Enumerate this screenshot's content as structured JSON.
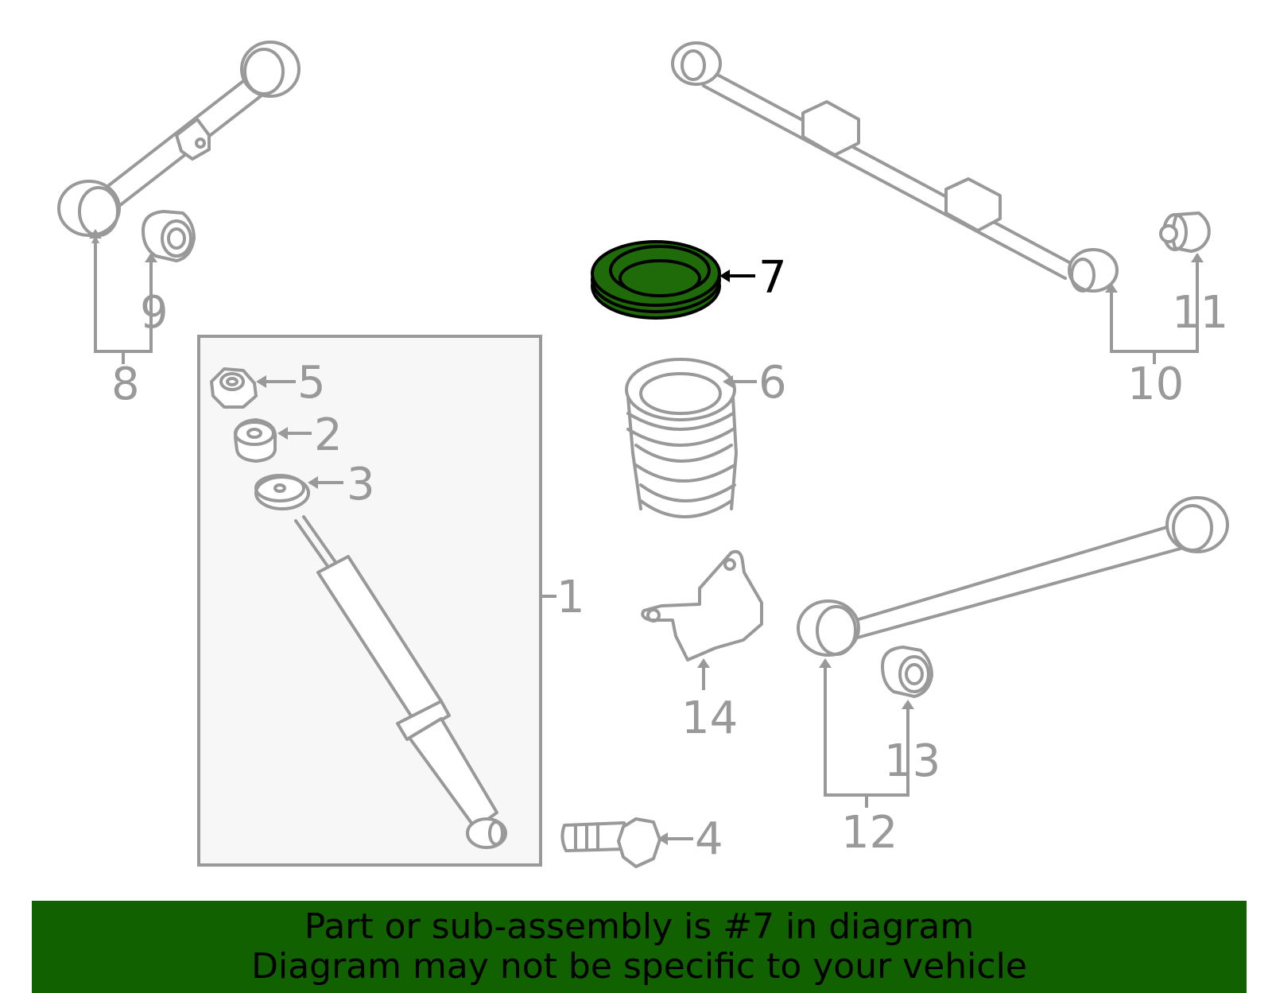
{
  "diagram": {
    "highlighted_part": "7",
    "highlight_color": "#1f6b0a",
    "part_color": "#999999",
    "callouts": {
      "c1": "1",
      "c2": "2",
      "c3": "3",
      "c4": "4",
      "c5": "5",
      "c6": "6",
      "c7": "7",
      "c8": "8",
      "c9": "9",
      "c10": "10",
      "c11": "11",
      "c12": "12",
      "c13": "13",
      "c14": "14"
    }
  },
  "banner": {
    "background": "#116100",
    "line1": "Part or sub-assembly is #7 in diagram",
    "line2": "Diagram may not be specific to your vehicle"
  }
}
